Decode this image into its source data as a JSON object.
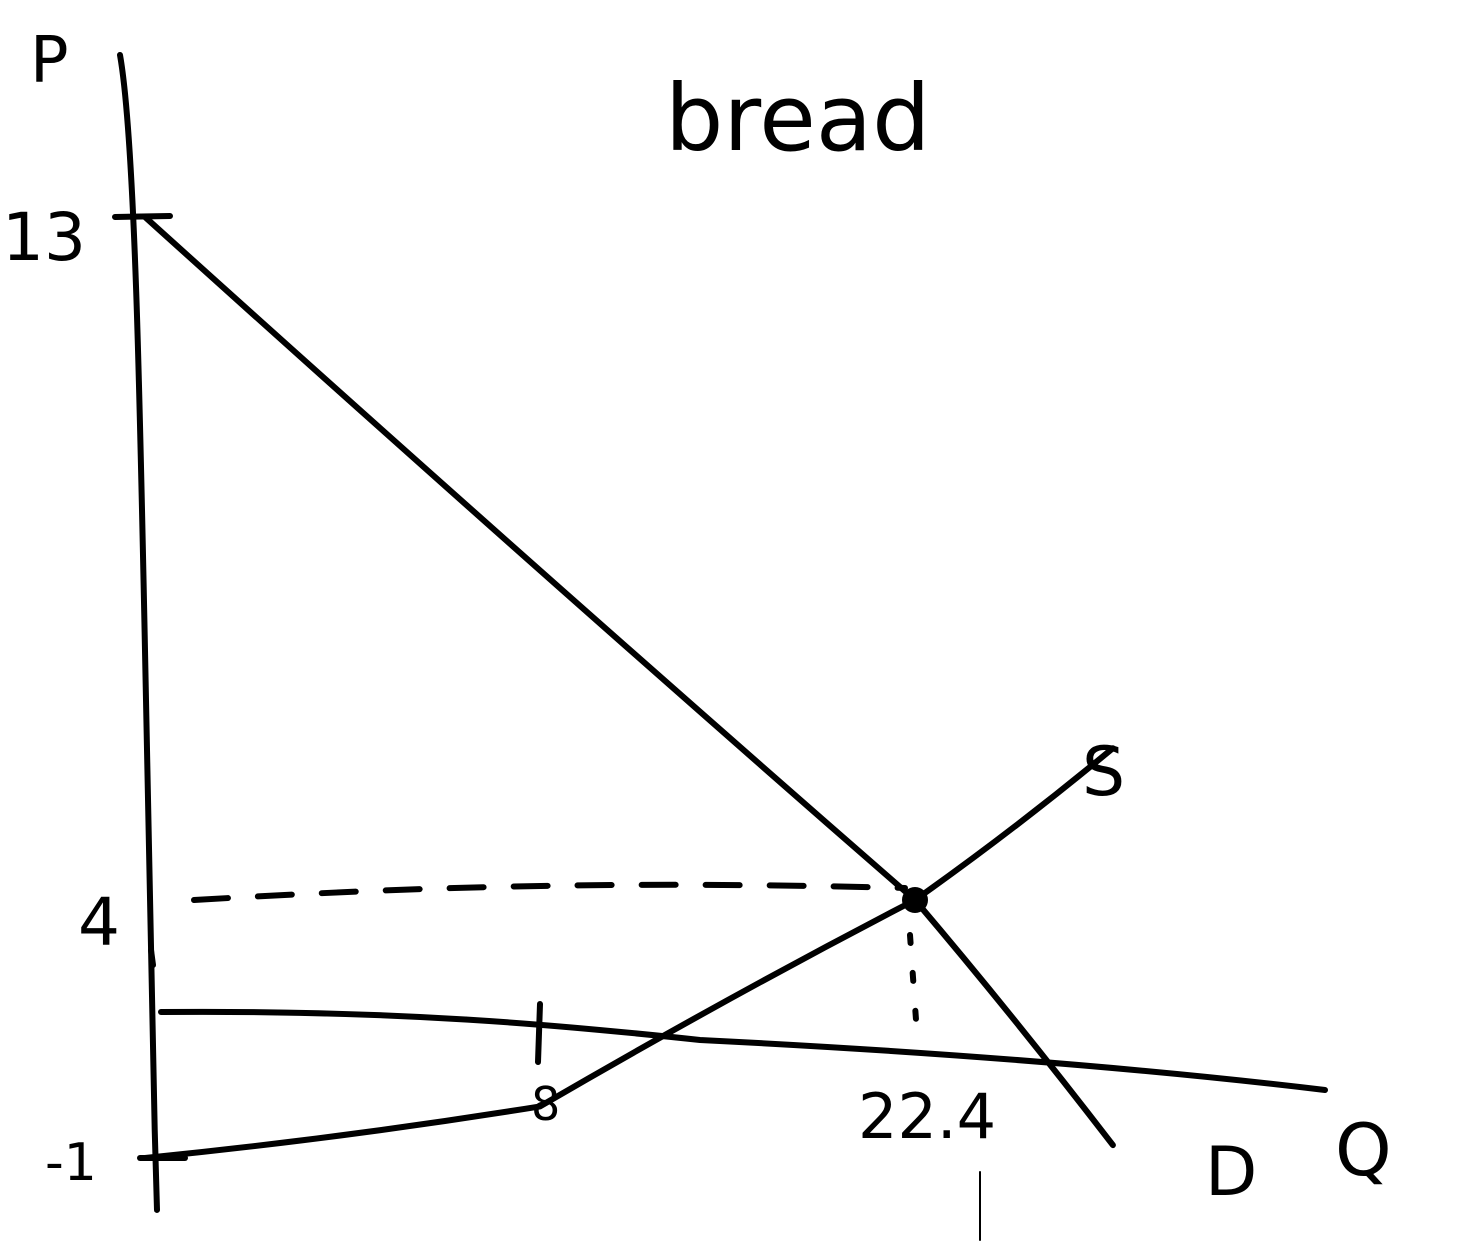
{
  "chart_data": {
    "type": "line",
    "title": "bread",
    "xlabel": "Q",
    "ylabel": "P",
    "y_ticks": [
      "13",
      "4",
      "-1"
    ],
    "x_ticks": [
      "8",
      "22.4"
    ],
    "series": [
      {
        "name": "D",
        "x": [
          0,
          22.4,
          30
        ],
        "y": [
          13,
          4,
          -0.75
        ]
      },
      {
        "name": "S",
        "x": [
          0,
          8,
          22.4,
          30
        ],
        "y": [
          -1,
          0,
          4,
          6
        ]
      }
    ],
    "equilibrium": {
      "x": 22.4,
      "y": 4
    },
    "grid": false
  }
}
